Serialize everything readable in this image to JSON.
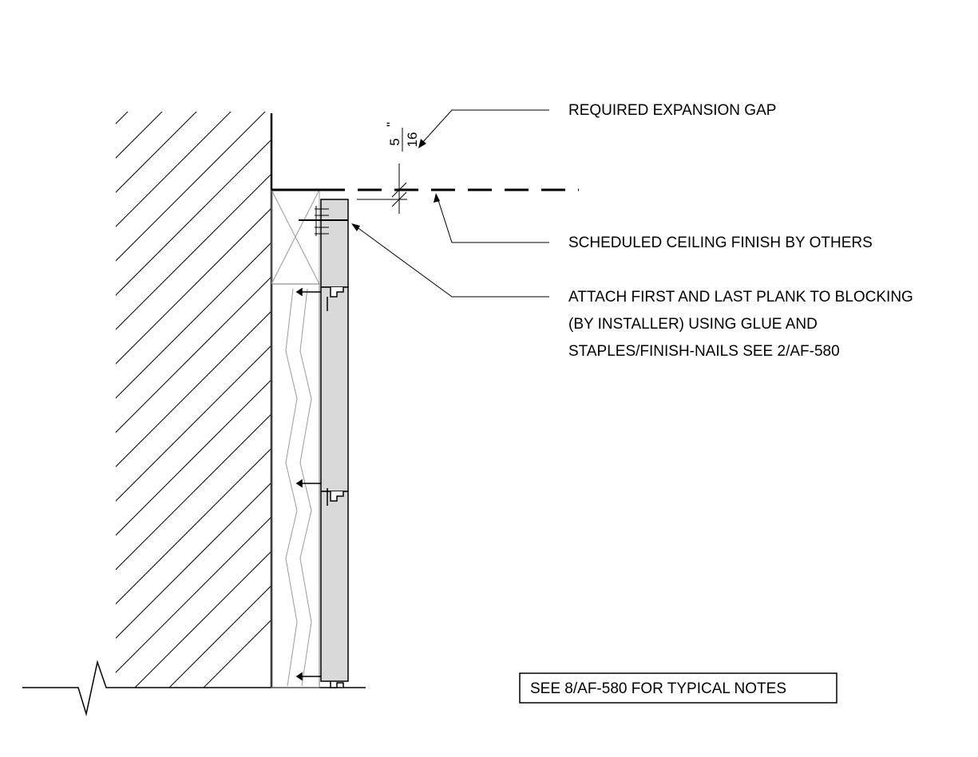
{
  "notes": {
    "expansion_gap": "REQUIRED EXPANSION GAP",
    "ceiling_finish": "SCHEDULED CEILING FINISH BY OTHERS",
    "attach_line1": "ATTACH FIRST AND LAST PLANK TO BLOCKING",
    "attach_line2": "(BY INSTALLER) USING GLUE AND",
    "attach_line3": "STAPLES/FINISH-NAILS SEE 2/AF-580"
  },
  "dimension": {
    "numerator": "5",
    "denominator": "16",
    "unit_mark": "\""
  },
  "reference_box": {
    "text": "SEE 8/AF-580 FOR TYPICAL NOTES"
  },
  "colors": {
    "line": "#000000",
    "plank_fill": "#d9d9d9",
    "hatch": "#000000",
    "furring": "#9a9a9a"
  }
}
